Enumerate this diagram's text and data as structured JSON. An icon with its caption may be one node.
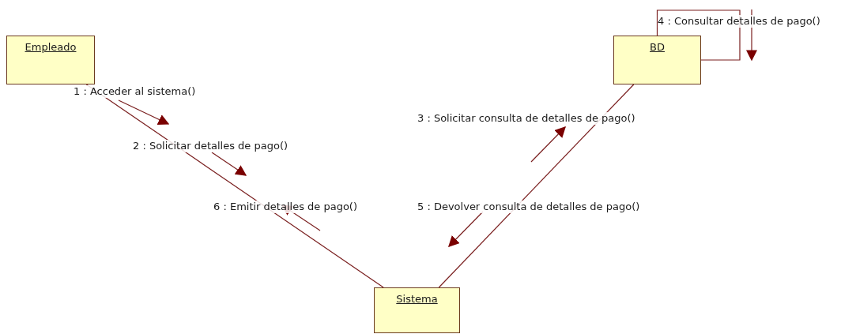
{
  "diagram": {
    "nodes": [
      {
        "text": [
          "Empleado"
        ]
      },
      {
        "text": [
          "BD"
        ]
      },
      {
        "text": [
          "Sistema"
        ]
      }
    ],
    "edges": [
      {
        "from": 0,
        "to": 2,
        "arrow": "none"
      },
      {
        "from": 2,
        "to": 1,
        "arrow": "none"
      },
      {
        "from": 1,
        "to": 1,
        "arrow": "none"
      }
    ],
    "labels": [
      "1 : Acceder al sistema()",
      "2 : Solicitar detalles de pago()",
      "3 : Solicitar consulta de detalles de pago()",
      "4 : Consultar detalles de pago()",
      "5 : Devolver consulta de detalles de pago()",
      "6 : Emitir detalles de pago()"
    ]
  }
}
